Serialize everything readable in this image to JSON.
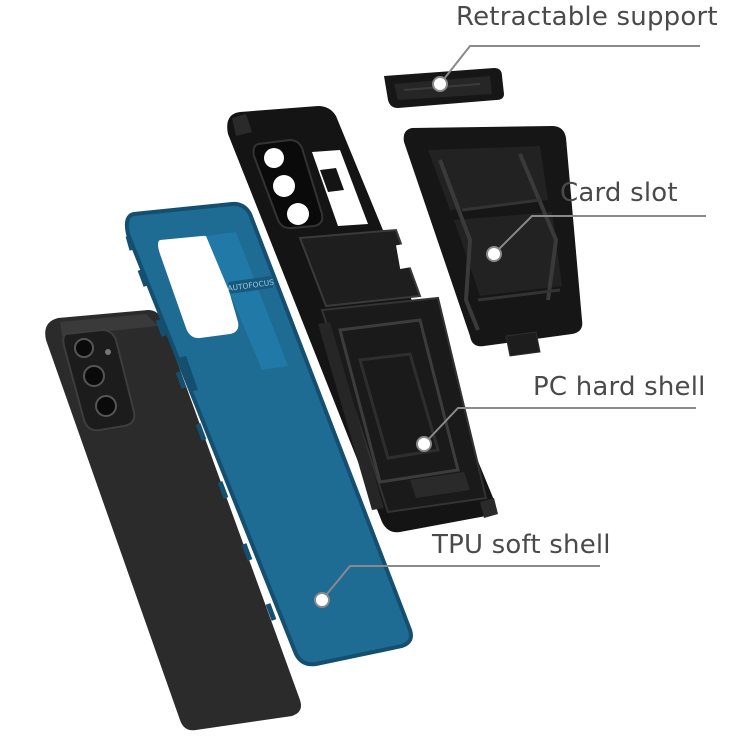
{
  "labels": {
    "retractable_support": "Retractable support",
    "card_slot": "Card slot",
    "pc_hard_shell": "PC hard shell",
    "tpu_soft_shell": "TPU soft shell"
  },
  "case_text": "AUTOFOCUS",
  "colors": {
    "tpu_blue": "#1e6b94",
    "tpu_blue_dark": "#144f70",
    "phone_black": "#2b2b2b",
    "shell_black": "#141414",
    "label_text": "#4a4a4a",
    "leader_line": "#8a8a8a"
  }
}
